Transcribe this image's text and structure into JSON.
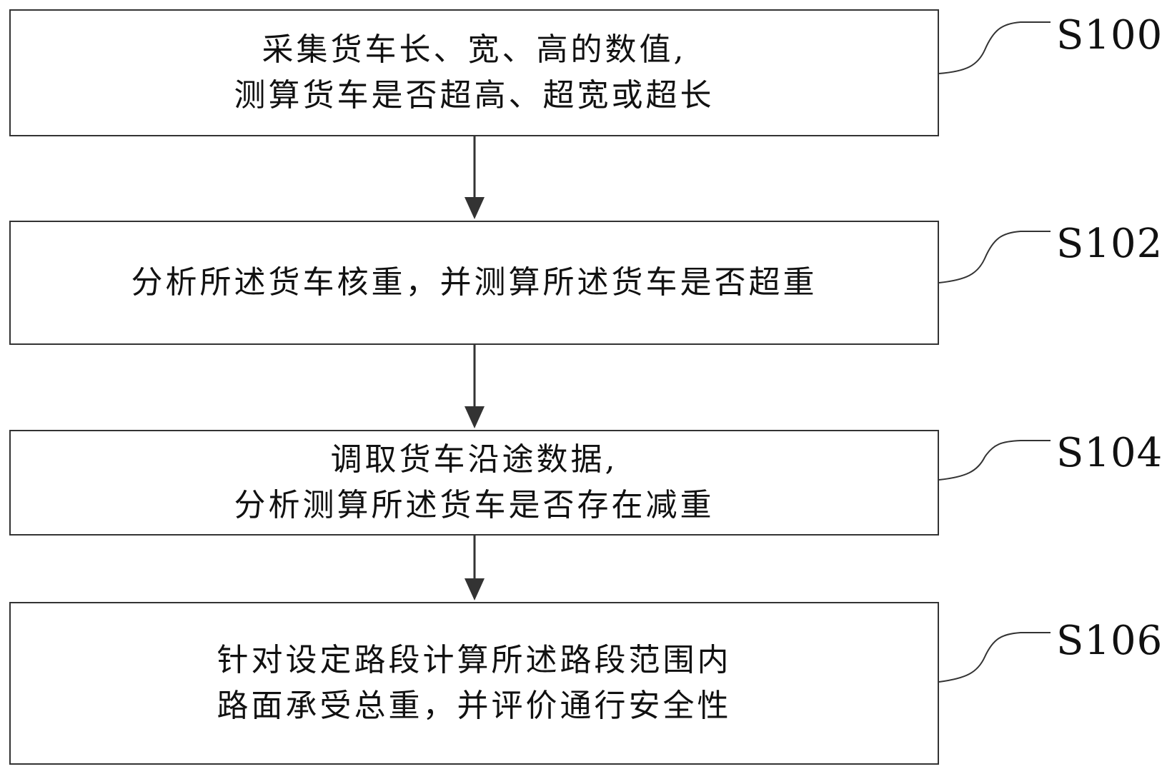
{
  "steps": [
    {
      "id": "S100",
      "lines": [
        "采集货车长、宽、高的数值,",
        "测算货车是否超高、超宽或超长"
      ]
    },
    {
      "id": "S102",
      "lines": [
        "分析所述货车核重，并测算所述货车是否超重"
      ]
    },
    {
      "id": "S104",
      "lines": [
        "调取货车沿途数据,",
        "分析测算所述货车是否存在减重"
      ]
    },
    {
      "id": "S106",
      "lines": [
        "针对设定路段计算所述路段范围内",
        "路面承受总重，并评价通行安全性"
      ]
    }
  ],
  "colors": {
    "stroke": "#333333",
    "text": "#111111",
    "background": "#ffffff"
  }
}
